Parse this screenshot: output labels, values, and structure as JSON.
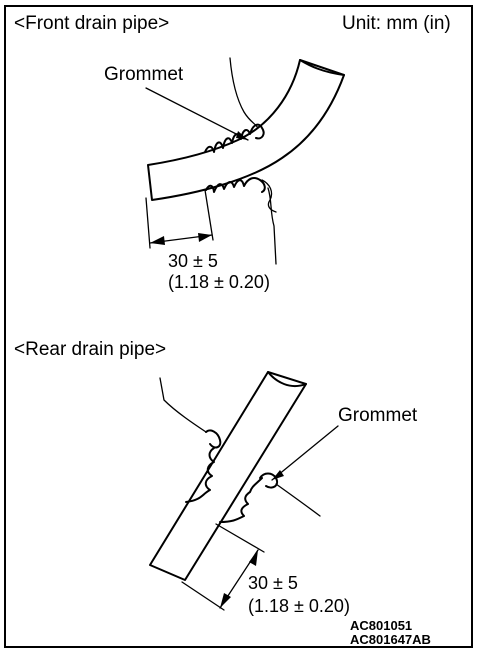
{
  "header": {
    "front_title": "<Front drain pipe>",
    "unit": "Unit: mm (in)"
  },
  "front": {
    "grommet_label": "Grommet",
    "dimension_mm": "30 ± 5",
    "dimension_in": "(1.18 ± 0.20)"
  },
  "rear": {
    "title": "<Rear drain pipe>",
    "grommet_label": "Grommet",
    "dimension_mm": "30 ± 5",
    "dimension_in": "(1.18 ± 0.20)"
  },
  "codes": {
    "code1": "AC801051",
    "code2": "AC801647AB"
  }
}
